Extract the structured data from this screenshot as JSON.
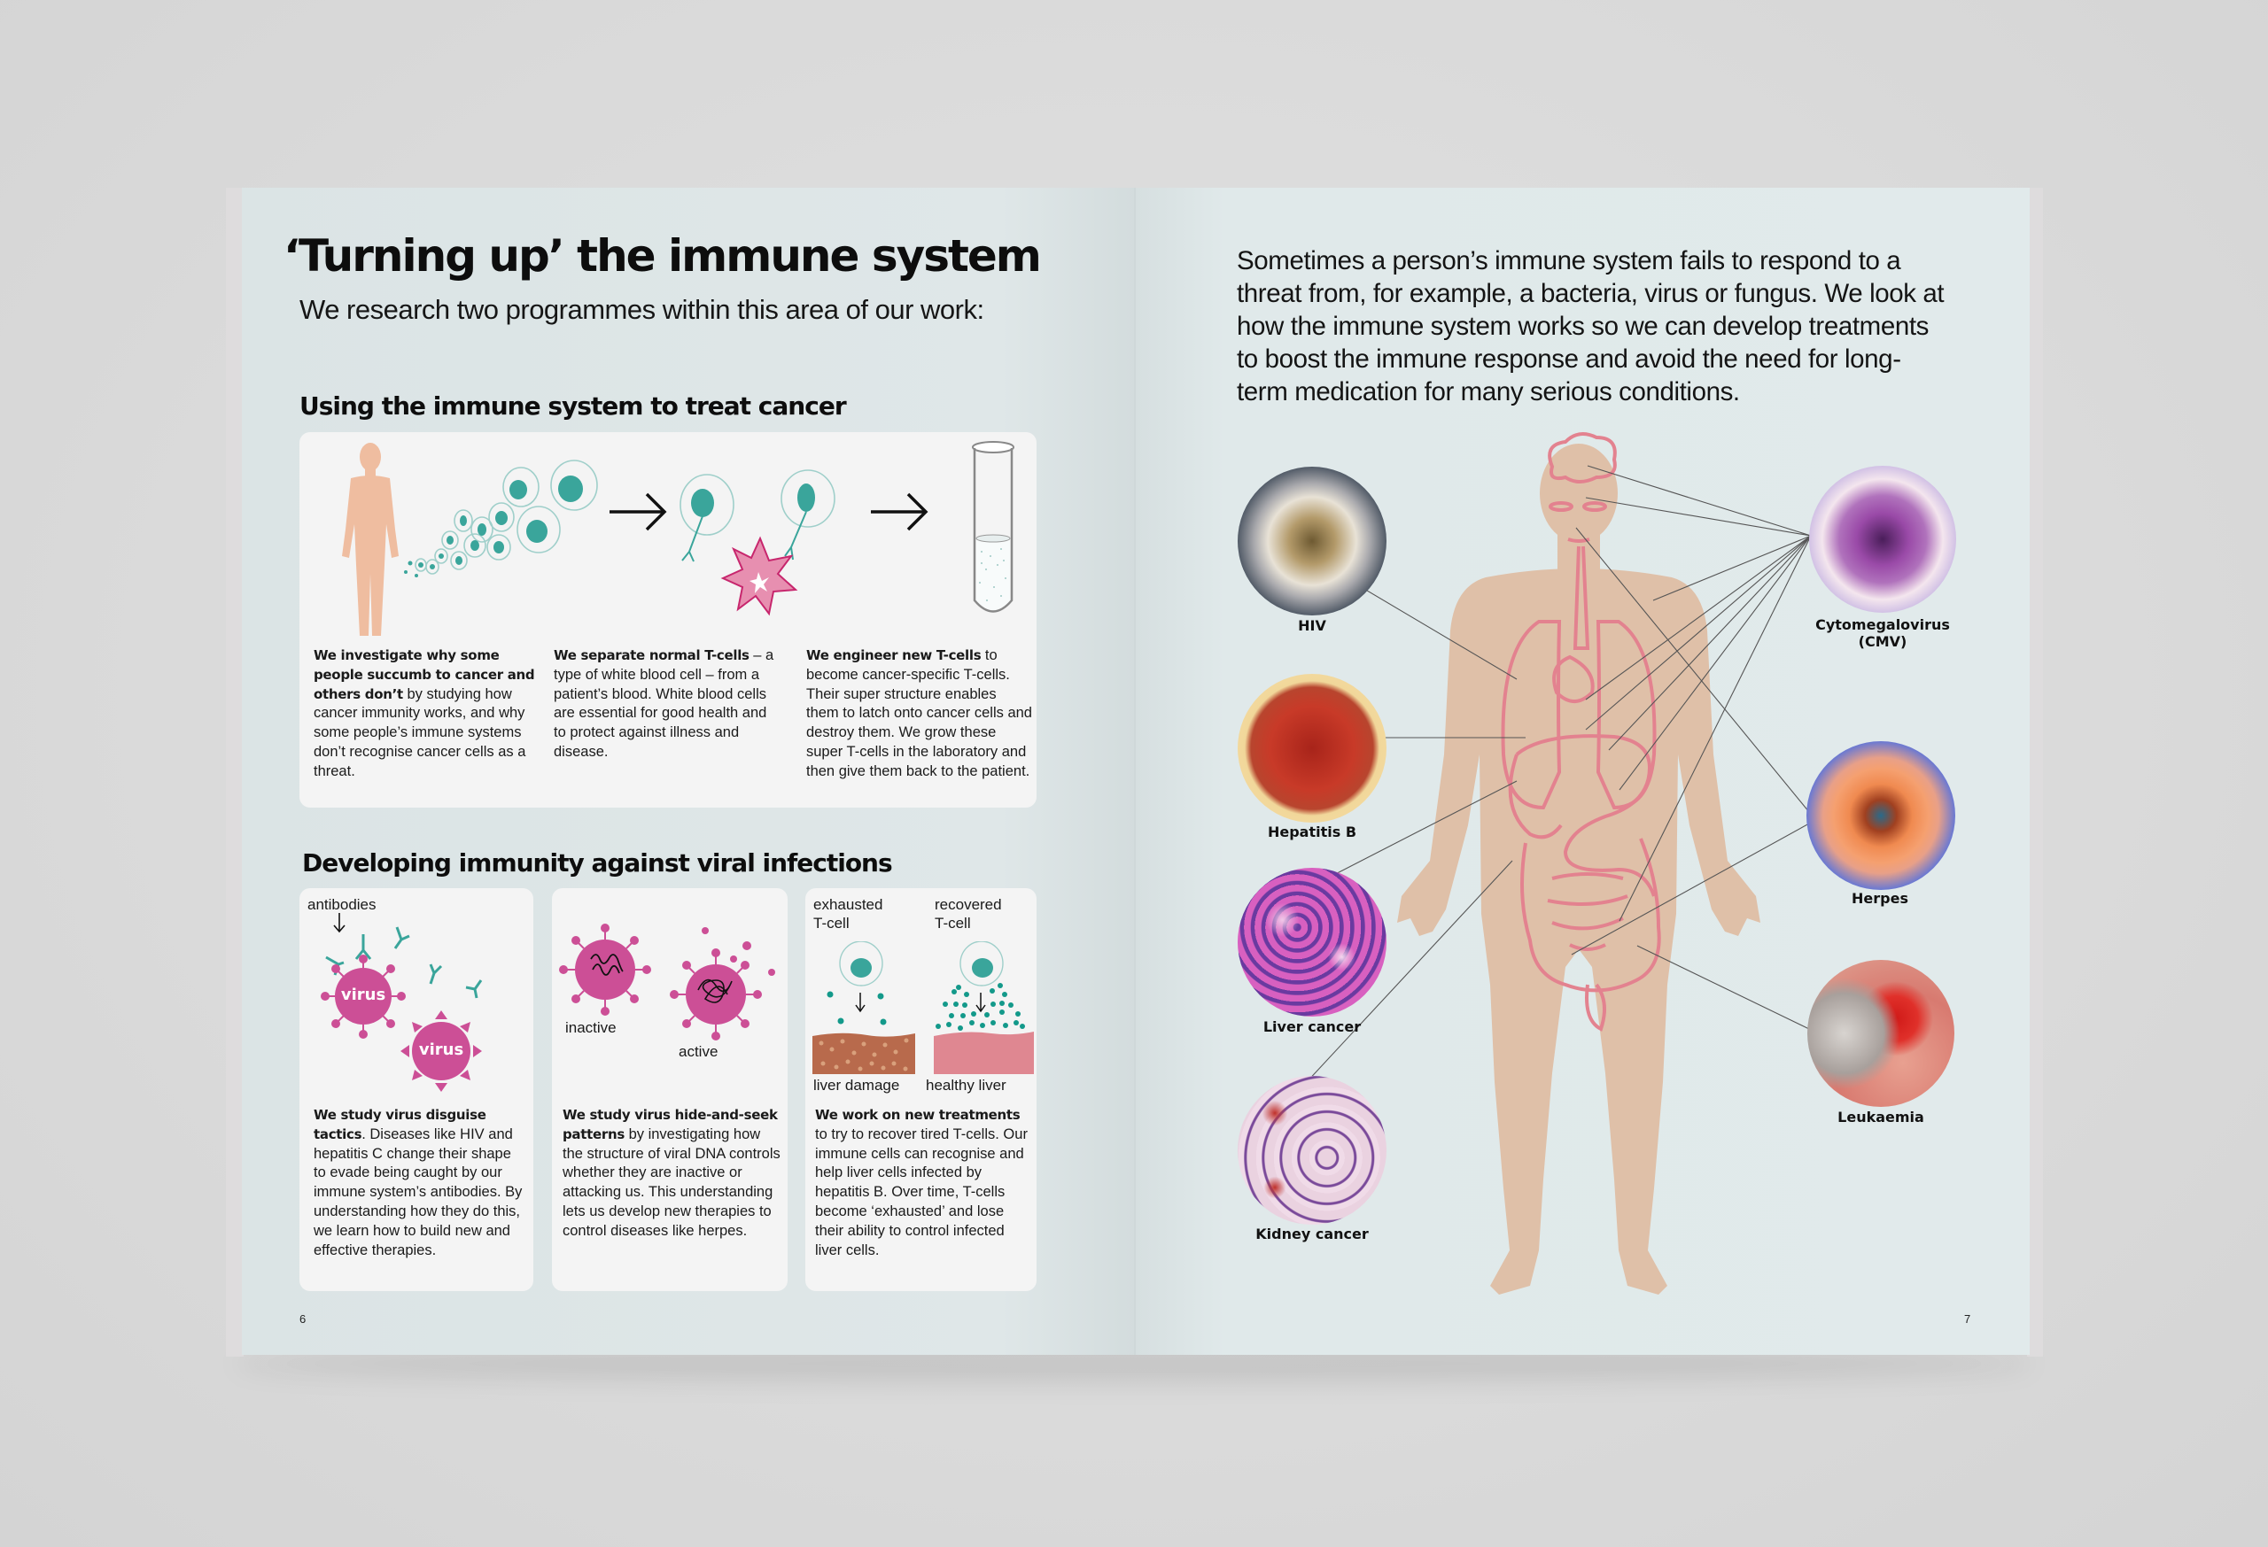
{
  "left_page": {
    "title": "‘Turning up’ the immune system",
    "subtitle": "We research two programmes within this area of our work:",
    "section1": {
      "heading": "Using the immune system to treat cancer",
      "columns": [
        {
          "bold": "We investigate why some people succumb to cancer and others don’t",
          "text": " by studying how cancer immunity works, and why some people’s immune systems don’t recognise cancer cells as a threat."
        },
        {
          "bold": "We separate normal T-cells",
          "text": " – a type of white blood cell – from a patient’s blood. White blood cells are essential for good health and to protect against illness and disease."
        },
        {
          "bold": "We engineer new T-cells",
          "text": " to become cancer-specific T-cells. Their super structure enables them to latch onto cancer cells and destroy them. We grow these super T-cells in the laboratory and then give them back to the patient."
        }
      ],
      "illustration_icons": [
        "human-body-icon",
        "t-cells-icon",
        "arrow-right-icon",
        "t-cell-receptor-icon",
        "cancer-cell-icon",
        "arrow-right-icon",
        "test-tube-icon"
      ]
    },
    "section2": {
      "heading": "Developing immunity against viral infections",
      "cards": [
        {
          "labels": {
            "antibodies": "antibodies",
            "virus1": "virus",
            "virus2": "virus"
          },
          "bold": "We study virus disguise tactics",
          "text": ". Diseases like HIV and hepatitis C change their shape to evade being caught by our immune system’s antibodies. By understanding how they do this, we learn how to build new and effective therapies."
        },
        {
          "labels": {
            "inactive": "inactive",
            "active": "active"
          },
          "bold": "We study virus hide-and-seek patterns",
          "text": " by investigating how the structure of viral DNA controls whether they are inactive or attacking us. This understanding lets us develop new therapies to control diseases like herpes."
        },
        {
          "labels": {
            "exhausted": "exhausted",
            "exhausted_2": "T-cell",
            "recovered": "recovered",
            "recovered_2": "T-cell",
            "liver_damage": "liver damage",
            "healthy_liver": "healthy liver"
          },
          "bold": "We work on new treatments",
          "text": " to try to recover tired T-cells. Our immune cells can recognise and help liver cells infected by hepatitis B. Over time, T-cells become ‘exhausted’ and lose their ability to control infected liver cells."
        }
      ]
    },
    "page_number": "6"
  },
  "right_page": {
    "intro": "Sometimes a person’s immune system fails to respond to a threat from, for example, a bacteria, virus or fungus. We look at how the immune system works so we can develop treatments to boost the immune response and avoid the need for long-term medication for many serious conditions.",
    "intro_lines": [
      "Sometimes a person’s immune system fails to respond to a",
      "threat from, for example, a bacteria, virus or fungus. We look at",
      "how the immune system works so we can develop treatments",
      "to boost the immune response and avoid the need for long-",
      "term medication for many serious conditions."
    ],
    "diseases_left": [
      {
        "name": "HIV"
      },
      {
        "name": "Hepatitis B"
      },
      {
        "name": "Liver cancer"
      },
      {
        "name": "Kidney cancer"
      }
    ],
    "diseases_right": [
      {
        "name": "Cytomegalovirus",
        "name2": "(CMV)"
      },
      {
        "name": "Herpes"
      },
      {
        "name": "Leukaemia"
      }
    ],
    "page_number": "7"
  },
  "colors": {
    "page_bg": "#dde6e7",
    "card_bg": "#f4f4f4",
    "teal": "#3aa59b",
    "magenta": "#cc4f96",
    "skin": "#dfc0a8",
    "organ_outline": "#e3828f",
    "healthy_liver": "#df8791"
  }
}
